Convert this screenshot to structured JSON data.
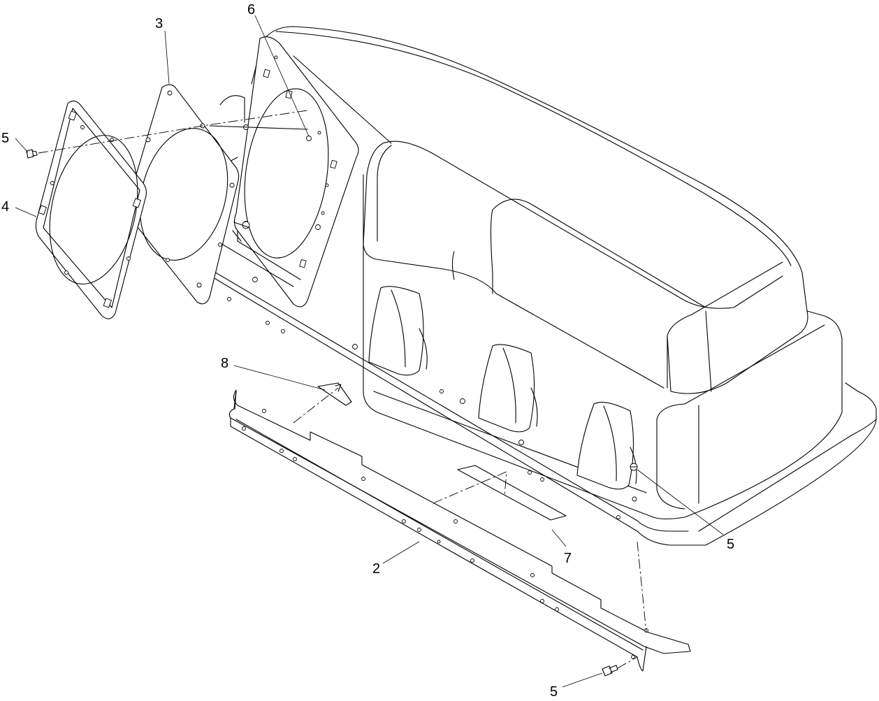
{
  "callouts": {
    "c1": "6",
    "c2": "3",
    "c3": "5",
    "c4": "4",
    "c5": "8",
    "c6": "5",
    "c7": "2",
    "c8": "7",
    "c9": "5"
  }
}
